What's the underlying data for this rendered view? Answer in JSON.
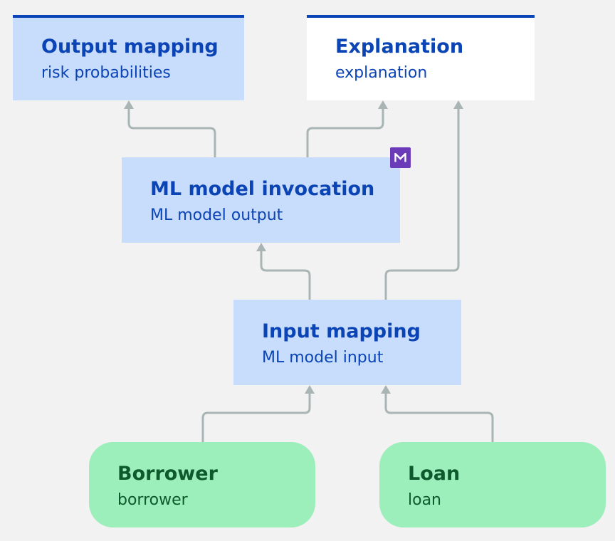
{
  "colors": {
    "background": "#f2f2f2",
    "decision_fill": "#c8dcfb",
    "decision_text": "#0b44b5",
    "top_border": "#0b44b5",
    "input_fill": "#9ceebb",
    "input_text": "#0e5a2c",
    "edge": "#a9b5b5",
    "badge": "#6a3ab8"
  },
  "nodes": {
    "output_mapping": {
      "title": "Output mapping",
      "subtitle": "risk probabilities"
    },
    "explanation": {
      "title": "Explanation",
      "subtitle": "explanation"
    },
    "ml_model_invocation": {
      "title": "ML model invocation",
      "subtitle": "ML model output",
      "badge_icon": "machine-learning-model-icon"
    },
    "input_mapping": {
      "title": "Input mapping",
      "subtitle": "ML model input"
    },
    "borrower": {
      "title": "Borrower",
      "subtitle": "borrower"
    },
    "loan": {
      "title": "Loan",
      "subtitle": "loan"
    }
  },
  "edges": [
    {
      "from": "borrower",
      "to": "input_mapping"
    },
    {
      "from": "loan",
      "to": "input_mapping"
    },
    {
      "from": "input_mapping",
      "to": "ml_model_invocation"
    },
    {
      "from": "input_mapping",
      "to": "explanation"
    },
    {
      "from": "ml_model_invocation",
      "to": "output_mapping"
    },
    {
      "from": "ml_model_invocation",
      "to": "explanation"
    }
  ]
}
